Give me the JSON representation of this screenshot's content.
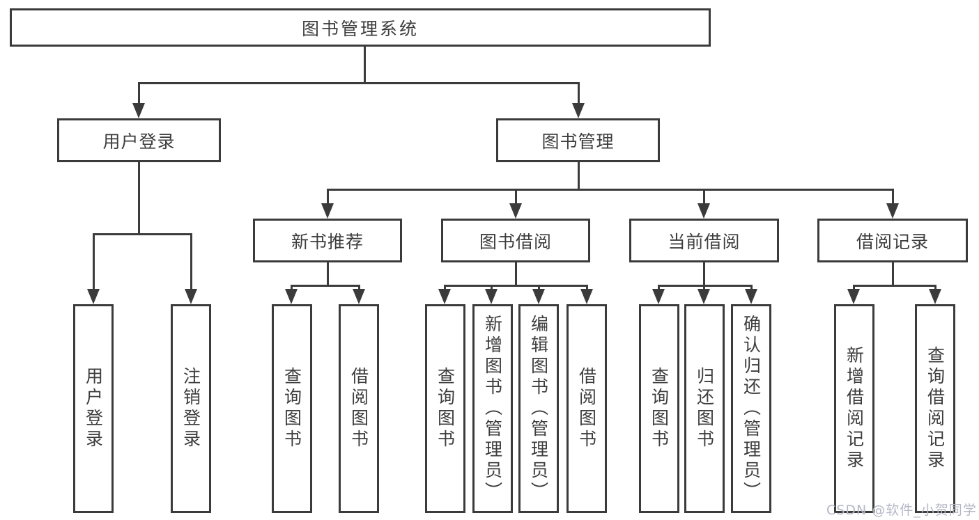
{
  "page": {
    "background": "#ffffff"
  },
  "colors": {
    "box_border": "#3b3b3b",
    "connector": "#3b3b3b",
    "label_text": "#3d3d3d",
    "watermark_text": "#b5b7c6"
  },
  "watermark": {
    "text": "CSDN @软件_小贺同学"
  },
  "tree": {
    "root": "图书管理系统",
    "level2": [
      {
        "label": "用户登录",
        "children": [
          "用户登录",
          "注销登录"
        ]
      },
      {
        "label": "图书管理",
        "children": [
          {
            "label": "新书推荐",
            "children": [
              "查询图书",
              "借阅图书"
            ]
          },
          {
            "label": "图书借阅",
            "children": [
              "查询图书",
              "新增图书（管理员）",
              "编辑图书（管理员）",
              "借阅图书"
            ]
          },
          {
            "label": "当前借阅",
            "children": [
              "查询图书",
              "归还图书",
              "确认归还（管理员）"
            ]
          },
          {
            "label": "借阅记录",
            "children": [
              "新增借阅记录",
              "查询借阅记录"
            ]
          }
        ]
      }
    ]
  }
}
